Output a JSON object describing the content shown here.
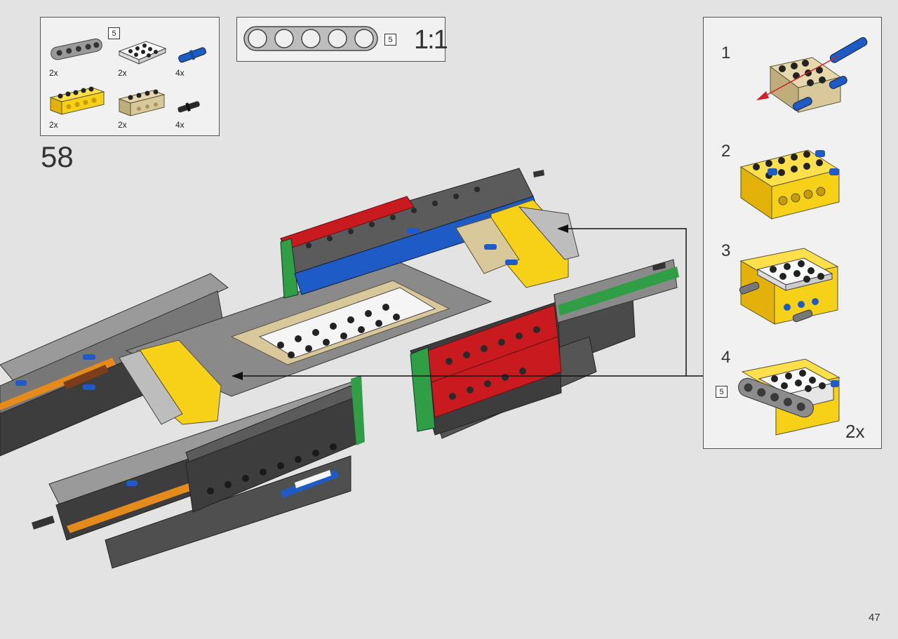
{
  "step": {
    "number": "58"
  },
  "parts": [
    {
      "name": "gray-beam-5",
      "qty": "2x",
      "length": "5"
    },
    {
      "name": "white-plate-2x4",
      "qty": "2x"
    },
    {
      "name": "blue-pin",
      "qty": "4x"
    },
    {
      "name": "yellow-brick-1x6",
      "qty": "2x"
    },
    {
      "name": "tan-brick-1x4",
      "qty": "2x"
    },
    {
      "name": "black-pin",
      "qty": "4x"
    }
  ],
  "scale": {
    "beam_length": "5",
    "label": "1:1"
  },
  "substeps": [
    {
      "number": "1"
    },
    {
      "number": "2"
    },
    {
      "number": "3"
    },
    {
      "number": "4",
      "length_badge": "5"
    }
  ],
  "multiplier": "2x",
  "page_number": "47",
  "colors": {
    "background": "#e3e3e3",
    "panel": "#f1f1f1",
    "arrow_red": "#d0202a",
    "lego_yellow": "#f7d117",
    "lego_tan": "#d9c99a",
    "lego_blue": "#1e5bc6",
    "lego_red": "#c91a1f",
    "lego_green": "#2f9e44",
    "lego_gray": "#8c8c8c",
    "lego_dark": "#3a3a3a"
  }
}
